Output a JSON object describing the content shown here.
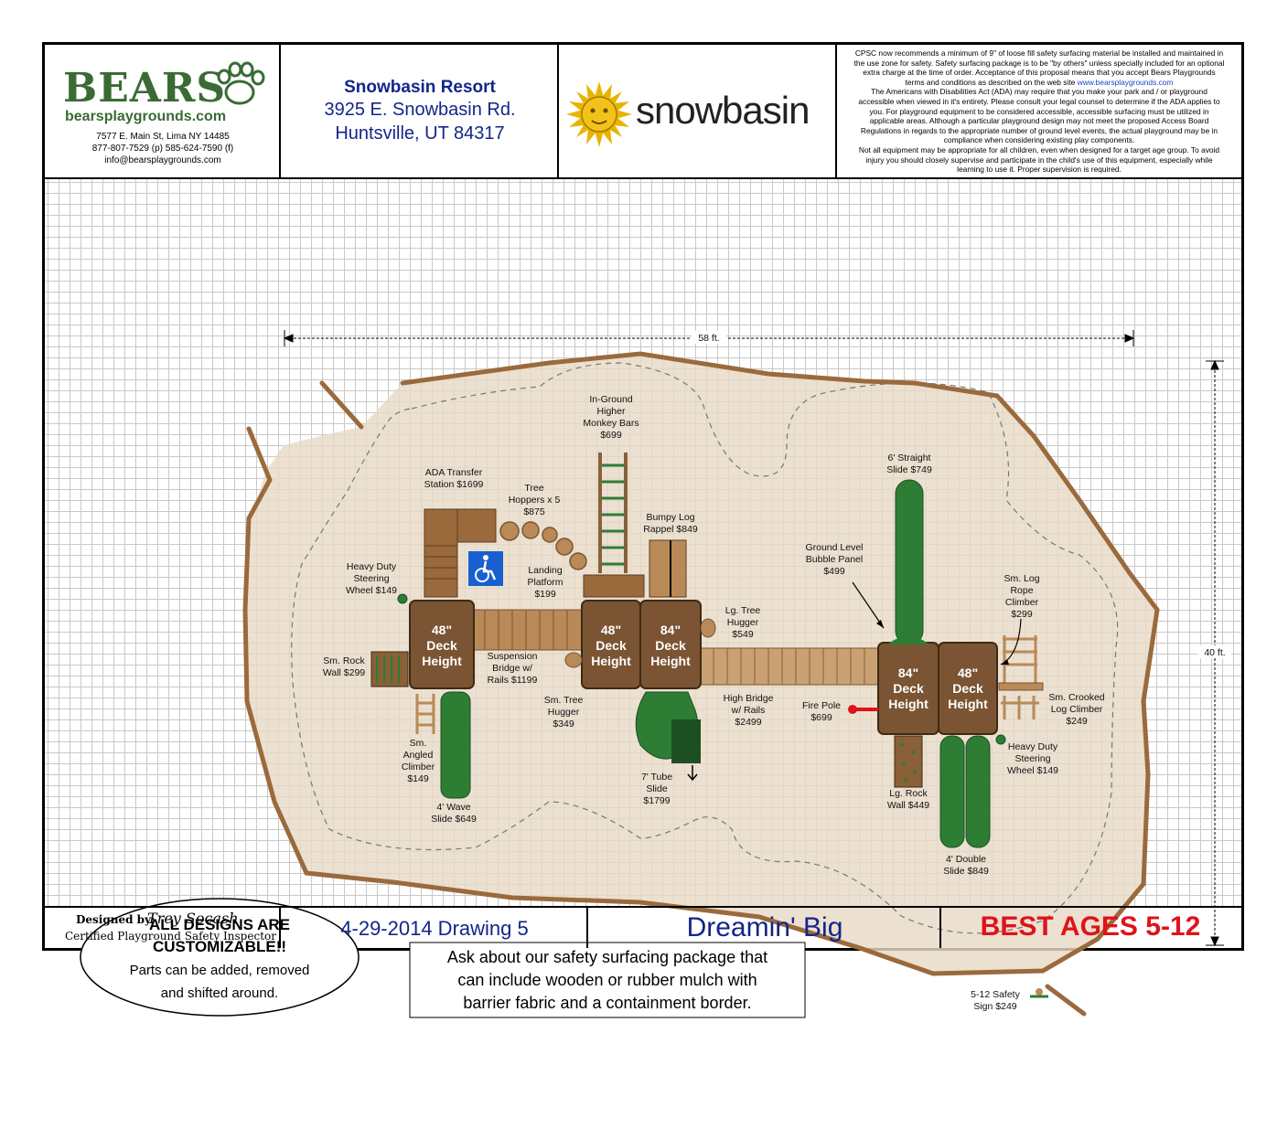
{
  "header": {
    "company": {
      "name": "BEARS",
      "website": "bearsplaygrounds.com",
      "address": "7577 E. Main St, Lima NY 14485",
      "phone": "877-807-7529 (p) 585-624-7590 (f)",
      "email": "info@bearsplaygrounds.com"
    },
    "client": {
      "name": "Snowbasin Resort",
      "street": "3925 E. Snowbasin Rd.",
      "city": "Huntsville, UT 84317"
    },
    "client_logo_text": "snowbasin",
    "notes": [
      "CPSC now recommends a minimum of 9\" of loose fill safety surfacing material be installed and maintained in",
      "the use zone for safety. Safety surfacing package is to be \"by others\" unless specially included for an optional",
      "extra charge at the time of order. Acceptance of this proposal means that you accept Bears Playgrounds",
      "terms and conditions as described on the web site",
      "www.bearsplaygrounds.com",
      "The Americans with Disabilities Act (ADA) may require that you make your park and / or playground",
      "accessible when viewed in it's entirety. Please consult your legal counsel to determine if the ADA applies to",
      "you. For playground equipment to be considered accessible, accessible surfacing must be utilized in",
      "applicable areas. Although a particular playground design may not meet the proposed Access Board",
      "Regulations in regards to the appropriate number of ground level events, the actual playground may be in",
      "compliance when considering existing play components.",
      "Not all equipment may be appropriate for all children, even when designed for a target age group. To avoid",
      "injury you should closely supervise and participate in the child's use of this equipment, especially while",
      "learning to use it. Proper supervision is required."
    ]
  },
  "dimensions": {
    "width": "58 ft.",
    "height": "40 ft."
  },
  "components": {
    "monkey_bars": [
      "In-Ground",
      "Higher",
      "Monkey Bars",
      "$699"
    ],
    "ada_transfer": [
      "ADA Transfer",
      "Station $1699"
    ],
    "tree_hoppers": [
      "Tree",
      "Hoppers x 5",
      "$875"
    ],
    "bumpy_log": [
      "Bumpy Log",
      "Rappel $849"
    ],
    "straight_slide": [
      "6' Straight",
      "Slide $749"
    ],
    "bubble_panel": [
      "Ground Level",
      "Bubble Panel",
      "$499"
    ],
    "steering_left": [
      "Heavy Duty",
      "Steering",
      "Wheel $149"
    ],
    "landing_platform": [
      "Landing",
      "Platform",
      "$199"
    ],
    "lg_tree_hugger": [
      "Lg. Tree",
      "Hugger",
      "$549"
    ],
    "log_rope": [
      "Sm. Log",
      "Rope",
      "Climber",
      "$299"
    ],
    "rock_wall_sm": [
      "Sm. Rock",
      "Wall $299"
    ],
    "suspension_bridge": [
      "Suspension",
      "Bridge w/",
      "Rails $1199"
    ],
    "sm_tree_hugger": [
      "Sm. Tree",
      "Hugger",
      "$349"
    ],
    "high_bridge": [
      "High Bridge",
      "w/ Rails",
      "$2499"
    ],
    "fire_pole": [
      "Fire Pole",
      "$699"
    ],
    "crooked_log": [
      "Sm. Crooked",
      "Log Climber",
      "$249"
    ],
    "angled_climber": [
      "Sm.",
      "Angled",
      "Climber",
      "$149"
    ],
    "steering_right": [
      "Heavy Duty",
      "Steering",
      "Wheel $149"
    ],
    "tube_slide": [
      "7' Tube",
      "Slide",
      "$1799"
    ],
    "rock_wall_lg": [
      "Lg. Rock",
      "Wall $449"
    ],
    "wave_slide": [
      "4' Wave",
      "Slide $649"
    ],
    "double_slide": [
      "4' Double",
      "Slide $849"
    ],
    "safety_sign": [
      "5-12 Safety",
      "Sign $249"
    ]
  },
  "decks": {
    "d1": [
      "48\"",
      "Deck",
      "Height"
    ],
    "d2": [
      "48\"",
      "Deck",
      "Height"
    ],
    "d3": [
      "84\"",
      "Deck",
      "Height"
    ],
    "d4": [
      "84\"",
      "Deck",
      "Height"
    ],
    "d5": [
      "48\"",
      "Deck",
      "Height"
    ]
  },
  "callout": {
    "title1": "ALL DESIGNS ARE",
    "title2": "CUSTOMIZABLE!!",
    "body1": "Parts can be added, removed",
    "body2": "and shifted around."
  },
  "surfacing_box": {
    "line1": "Ask about our safety surfacing package that",
    "line2": "can include wooden or rubber mulch with",
    "line3": "barrier fabric and a containment border."
  },
  "footer": {
    "designed_by_label": "Designed by:",
    "designer": "Trey Socash",
    "title": "Certified Playground Safety Inspector",
    "date_drawing": "4-29-2014 Drawing 5",
    "design_name": "Dreamin' Big",
    "ages": "BEST AGES 5-12"
  },
  "colors": {
    "brand_green": "#3a6b34",
    "client_blue": "#12268a",
    "ages_red": "#e0121b",
    "surface": "#e8d9c6",
    "deck_brown": "#7a5433",
    "slide_green": "#2e7d34",
    "border_wood": "#9b6a3c"
  }
}
